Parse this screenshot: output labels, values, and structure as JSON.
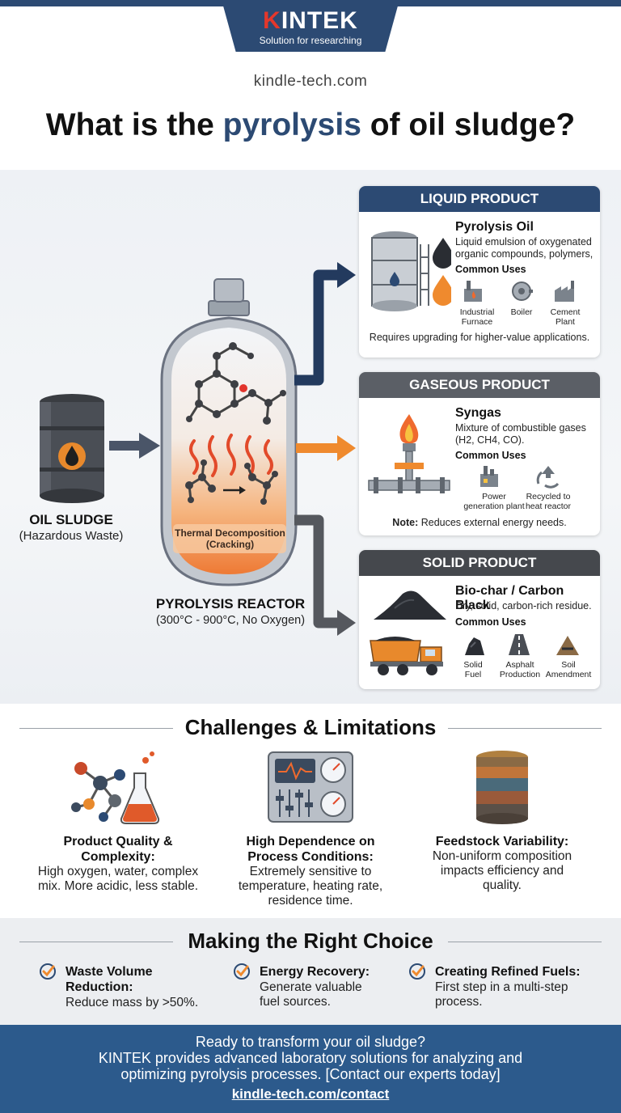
{
  "header": {
    "brand_k": "K",
    "brand_rest": "INTEK",
    "tagline": "Solution for researching",
    "site": "kindle-tech.com",
    "title_pre": "What is the ",
    "title_highlight": "pyrolysis",
    "title_post": " of oil sludge?"
  },
  "process": {
    "input_label": "OIL SLUDGE",
    "input_sub": "(Hazardous Waste)",
    "reactor_label": "PYROLYSIS REACTOR",
    "reactor_sub": "(300°C - 900°C, No Oxygen)",
    "reactor_inner_1": "Thermal Decomposition",
    "reactor_inner_2": "(Cracking)"
  },
  "products": {
    "liquid": {
      "header": "LIQUID PRODUCT",
      "title": "Pyrolysis Oil",
      "desc_1": "Liquid emulsion of oxygenated",
      "desc_2": "organic compounds, polymers,",
      "uses_label": "Common Uses",
      "uses": [
        {
          "l1": "Industrial",
          "l2": "Furnace"
        },
        {
          "l1": "Boiler",
          "l2": ""
        },
        {
          "l1": "Cement",
          "l2": "Plant"
        }
      ],
      "note": "Requires upgrading for higher-value applications."
    },
    "gas": {
      "header": "GASEOUS PRODUCT",
      "title": "Syngas",
      "desc_1": "Mixture of combustible gases",
      "desc_2": "(H2, CH4, CO).",
      "uses_label": "Common Uses",
      "uses": [
        {
          "l1": "Power",
          "l2": "generation plant"
        },
        {
          "l1": "Recycled to",
          "l2": "heat reactor"
        }
      ],
      "note_bold": "Note:",
      "note": " Reduces external energy needs."
    },
    "solid": {
      "header": "SOLID PRODUCT",
      "title": "Bio-char / Carbon Black",
      "desc_1": "Dry, solid, carbon-rich residue.",
      "uses_label": "Common Uses",
      "uses": [
        {
          "l1": "Solid",
          "l2": "Fuel"
        },
        {
          "l1": "Asphalt",
          "l2": "Production"
        },
        {
          "l1": "Soil",
          "l2": "Amendment"
        }
      ]
    }
  },
  "challenges": {
    "title": "Challenges & Limitations",
    "items": [
      {
        "t1": "Product Quality &",
        "t2": "Complexity:",
        "d1": "High oxygen, water, complex",
        "d2": "mix. More acidic, less stable.",
        "d3": ""
      },
      {
        "t1": "High Dependence on",
        "t2": "Process Conditions:",
        "d1": "Extremely sensitive to",
        "d2": "temperature, heating rate,",
        "d3": "residence time."
      },
      {
        "t1": "Feedstock Variability:",
        "t2": "",
        "d1": "Non-uniform composition",
        "d2": "impacts efficiency and",
        "d3": "quality."
      }
    ]
  },
  "choice": {
    "title": "Making the Right Choice",
    "items": [
      {
        "t1": "Waste Volume",
        "t2": "Reduction:",
        "d1": "Reduce mass by >50%.",
        "d2": ""
      },
      {
        "t1": "Energy Recovery:",
        "t2": "",
        "d1": "Generate valuable",
        "d2": "fuel sources."
      },
      {
        "t1": "Creating Refined Fuels:",
        "t2": "",
        "d1": "First step in a multi-step",
        "d2": "process."
      }
    ]
  },
  "footer": {
    "line1": "Ready to transform your oil sludge?",
    "line2": "KINTEK provides advanced laboratory solutions for analyzing and",
    "line3": "optimizing pyrolysis processes. [Contact our experts today]",
    "link": "kindle-tech.com/contact"
  },
  "colors": {
    "brand_blue": "#2c4a73",
    "footer_blue": "#2c5a8c",
    "accent_orange": "#ef8a2e",
    "logo_red": "#e5372b"
  }
}
